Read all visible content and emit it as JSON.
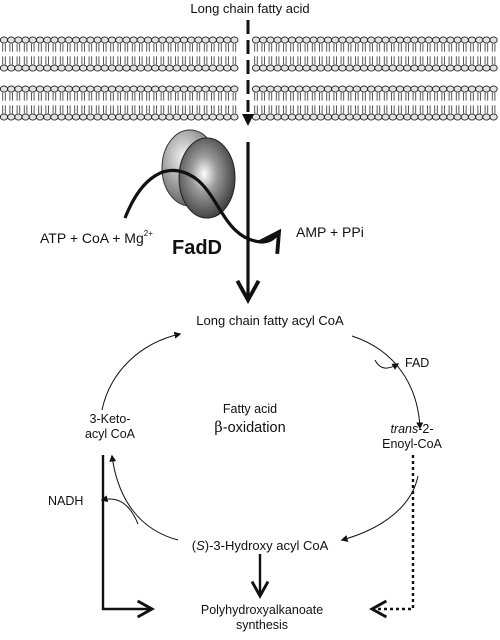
{
  "labels": {
    "top_substrate": "Long chain fatty acid",
    "cofactors": "ATP + CoA + Mg",
    "cofactors_sup": "2+",
    "enzyme": "FadD",
    "products": "AMP + PPi",
    "acyl_coa": "Long chain fatty acyl CoA",
    "fad": "FAD",
    "enoyl_line1_italic": "trans",
    "enoyl_line1_rest": "-2-",
    "enoyl_line2": "Enoyl-CoA",
    "cycle_title_line1": "Fatty acid",
    "cycle_title_beta": "β",
    "cycle_title_rest": "-oxidation",
    "keto_line1": "3-Keto-",
    "keto_line2": "acyl CoA",
    "nadh": "NADH",
    "hydroxy_prefix": "(",
    "hydroxy_italic": "S",
    "hydroxy_rest": ")-3-Hydroxy acyl CoA",
    "product_line1": "Polyhydroxyalkanoate",
    "product_line2": "synthesis"
  },
  "colors": {
    "line": "#111111",
    "membrane": "#444444",
    "head": "#e2e2e2"
  }
}
